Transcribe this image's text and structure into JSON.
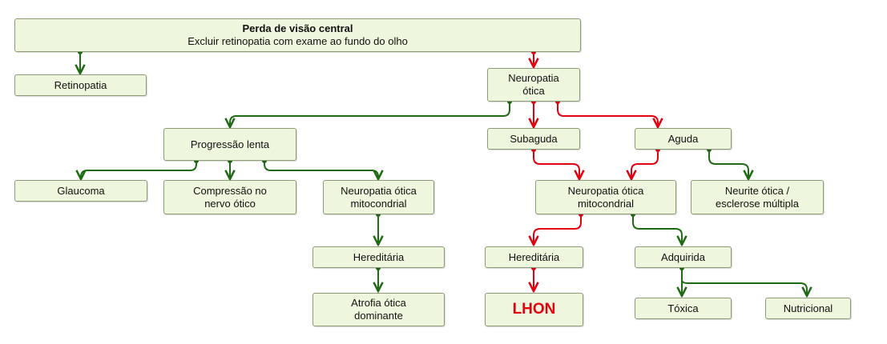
{
  "colors": {
    "node_fill": "#eef6de",
    "node_border": "#8c9b73",
    "path_green": "#1e6b14",
    "path_red": "#e3000f"
  },
  "nodes": {
    "root": {
      "line1": "Perda de visão central",
      "line2": "Excluir retinopatia com exame ao fundo do olho"
    },
    "retinopatia": {
      "label": "Retinopatia"
    },
    "neuropatia_otica": {
      "line1": "Neuropatia",
      "line2": "ótica"
    },
    "progressao_lenta": {
      "label": "Progressão lenta"
    },
    "subaguda": {
      "label": "Subaguda"
    },
    "aguda": {
      "label": "Aguda"
    },
    "glaucoma": {
      "label": "Glaucoma"
    },
    "compressao": {
      "line1": "Compressão no",
      "line2": "nervo ótico"
    },
    "neuro_mito_left": {
      "line1": "Neuropatia ótica",
      "line2": "mitocondrial"
    },
    "neuro_mito_right": {
      "line1": "Neuropatia ótica",
      "line2": "mitocondrial"
    },
    "neurite": {
      "line1": "Neurite ótica /",
      "line2": "esclerose múltipla"
    },
    "hereditaria_left": {
      "label": "Hereditária"
    },
    "hereditaria_right": {
      "label": "Hereditária"
    },
    "adquirida": {
      "label": "Adquirida"
    },
    "atrofia": {
      "line1": "Atrofia ótica",
      "line2": "dominante"
    },
    "lhon": {
      "label": "LHON"
    },
    "toxica": {
      "label": "Tóxica"
    },
    "nutricional": {
      "label": "Nutricional"
    }
  }
}
